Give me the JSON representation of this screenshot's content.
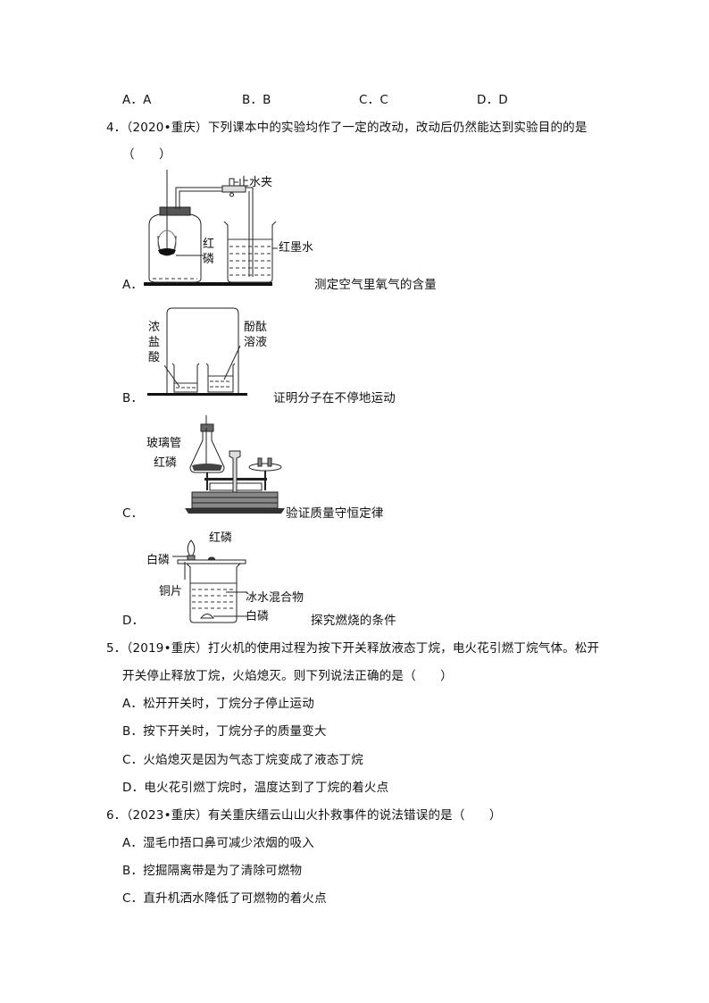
{
  "q3_options": [
    "A．A",
    "B．B",
    "C．C",
    "D．D"
  ],
  "q4": {
    "stem_line1": "4．（2020•重庆）下列课本中的实验均作了一定的改动，改动后仍然能达到实验目的的是",
    "stem_line2": "（　　）",
    "options": [
      {
        "letter": "A．",
        "caption": "测定空气里氧气的含量",
        "labels": {
          "clamp": "止水夹",
          "red_phosphorus": "红磷",
          "red_ink": "红墨水"
        }
      },
      {
        "letter": "B．",
        "caption": "证明分子在不停地运动",
        "labels": {
          "hcl": "浓盐酸",
          "phenolphthalein": "酚酞溶液"
        }
      },
      {
        "letter": "C．",
        "caption": "验证质量守恒定律",
        "labels": {
          "glass_tube": "玻璃管",
          "red_phosphorus": "红磷"
        }
      },
      {
        "letter": "D．",
        "caption": "探究燃烧的条件",
        "labels": {
          "red_phosphorus": "红磷",
          "white_phosphorus_top": "白磷",
          "copper": "铜片",
          "ice_water": "冰水混合物",
          "white_phosphorus_bottom": "白磷"
        }
      }
    ]
  },
  "q5": {
    "stem_line1": "5．（2019•重庆）打火机的使用过程为按下开关释放液态丁烷，电火花引燃丁烷气体。松开",
    "stem_line2": "开关停止释放丁烷，火焰熄灭。则下列说法正确的是（　　）",
    "options": [
      "A．松开开关时，丁烷分子停止运动",
      "B．按下开关时，丁烷分子的质量变大",
      "C．火焰熄灭是因为气态丁烷变成了液态丁烷",
      "D．电火花引燃丁烷时，温度达到了丁烷的着火点"
    ]
  },
  "q6": {
    "stem_line1": "6．（2023•重庆）有关重庆缙云山山火扑救事件的说法错误的是（　　）",
    "options": [
      "A．湿毛巾捂口鼻可减少浓烟的吸入",
      "B．挖掘隔离带是为了清除可燃物",
      "C．直升机洒水降低了可燃物的着火点"
    ]
  }
}
